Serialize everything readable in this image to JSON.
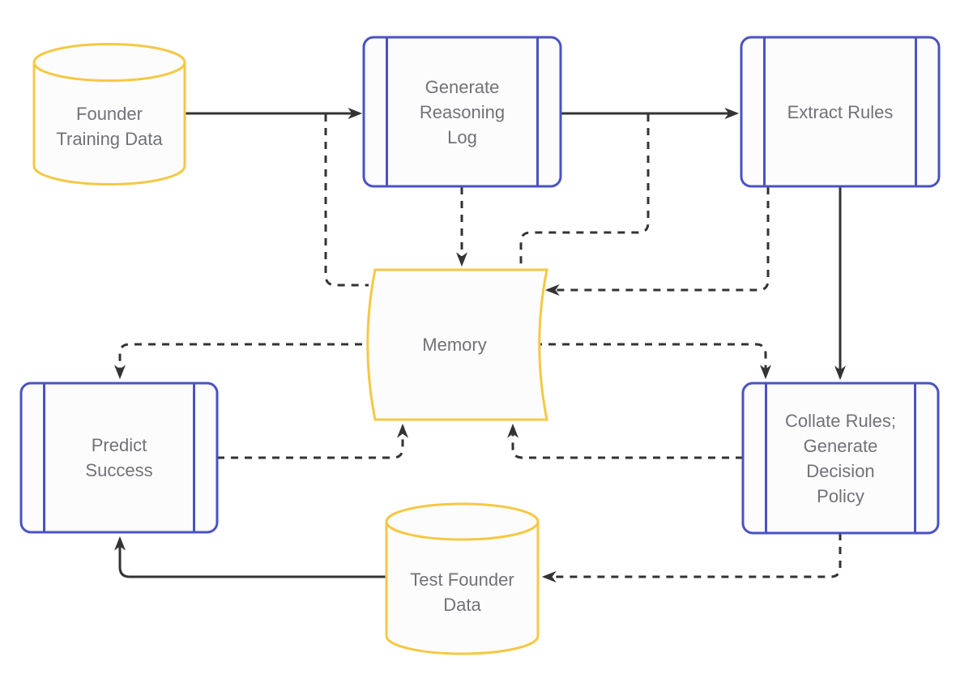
{
  "diagram": {
    "type": "flowchart",
    "colors": {
      "background": "#ffffff",
      "process_border": "#4a52c3",
      "data_border": "#f5c843",
      "shape_fill": "#fcfcfc",
      "edge": "#333333",
      "label_text": "#717279"
    },
    "nodes": [
      {
        "id": "founder-training-data",
        "label": "Founder\nTraining Data",
        "shape": "cylinder"
      },
      {
        "id": "generate-reasoning-log",
        "label": "Generate\nReasoning\nLog",
        "shape": "subroutine"
      },
      {
        "id": "extract-rules",
        "label": "Extract Rules",
        "shape": "subroutine"
      },
      {
        "id": "memory",
        "label": "Memory",
        "shape": "stored-data"
      },
      {
        "id": "predict-success",
        "label": "Predict\nSuccess",
        "shape": "subroutine"
      },
      {
        "id": "collate-rules",
        "label": "Collate Rules;\nGenerate\nDecision\nPolicy",
        "shape": "subroutine"
      },
      {
        "id": "test-founder-data",
        "label": "Test Founder\nData",
        "shape": "cylinder"
      }
    ],
    "edges": [
      {
        "id": "founder-to-generate",
        "from": "Founder Training Data",
        "to": "Generate Reasoning Log",
        "style": "solid",
        "arrowhead": true
      },
      {
        "id": "generate-to-extract",
        "from": "Generate Reasoning Log",
        "to": "Extract Rules",
        "style": "solid",
        "arrowhead": true
      },
      {
        "id": "extract-to-collate",
        "from": "Extract Rules",
        "to": "Collate Rules; Generate Decision Policy",
        "style": "solid",
        "arrowhead": true
      },
      {
        "id": "test-to-predict",
        "from": "Test Founder Data",
        "to": "Predict Success",
        "style": "solid",
        "arrowhead": true
      },
      {
        "id": "generate-to-memory",
        "from": "Generate Reasoning Log",
        "to": "Memory",
        "style": "dashed",
        "arrowhead": true
      },
      {
        "id": "founder-branch-to-memory",
        "from": "Founder Training Data",
        "to": "Memory",
        "style": "dashed",
        "arrowhead": false,
        "note": "branches off the Founder-to-Generate connector, enters Memory left side"
      },
      {
        "id": "generate-branch-to-memory",
        "from": "Generate Reasoning Log",
        "to": "Memory",
        "style": "dashed",
        "arrowhead": false,
        "note": "branches off the Generate-to-Extract connector, enters Memory top right"
      },
      {
        "id": "extract-to-memory",
        "from": "Extract Rules",
        "to": "Memory",
        "style": "dashed",
        "arrowhead": true
      },
      {
        "id": "memory-to-predict",
        "from": "Memory",
        "to": "Predict Success",
        "style": "dashed",
        "arrowhead": true
      },
      {
        "id": "memory-to-collate",
        "from": "Memory",
        "to": "Collate Rules; Generate Decision Policy",
        "style": "dashed",
        "arrowhead": true
      },
      {
        "id": "predict-to-memory",
        "from": "Predict Success",
        "to": "Memory",
        "style": "dashed",
        "arrowhead": true
      },
      {
        "id": "collate-to-memory",
        "from": "Collate Rules; Generate Decision Policy",
        "to": "Memory",
        "style": "dashed",
        "arrowhead": true
      },
      {
        "id": "collate-to-test",
        "from": "Collate Rules; Generate Decision Policy",
        "to": "Test Founder Data",
        "style": "dashed",
        "arrowhead": true
      }
    ]
  }
}
